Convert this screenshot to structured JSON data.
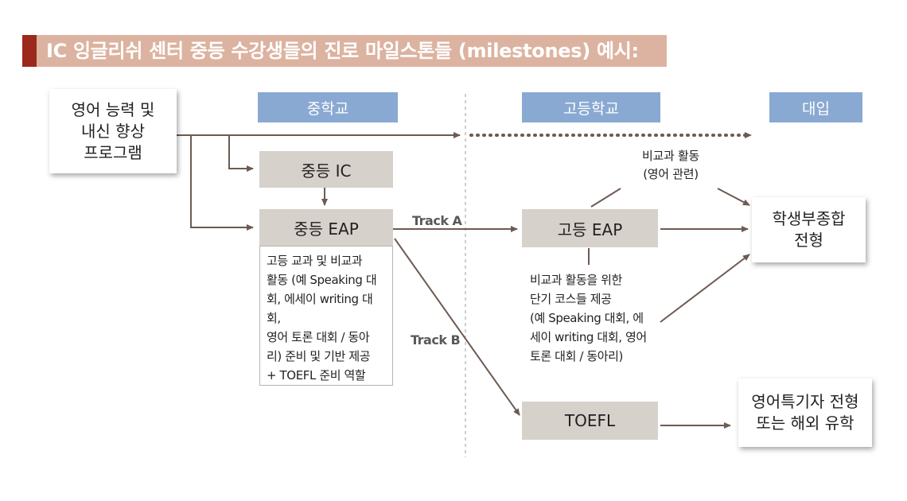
{
  "title": "IC 잉글리쉬 센터 중등 수강생들의 진로 마일스톤들 (milestones) 예시:",
  "stages": {
    "middle": "중학교",
    "high": "고등학교",
    "college": "대입"
  },
  "boxes": {
    "program": "영어 능력  및\n내신 향상\n프로그램",
    "middle_ic": "중등  IC",
    "middle_eap": "중등  EAP",
    "high_eap": "고등  EAP",
    "toefl": "TOEFL",
    "student_record": "학생부종합\n전형",
    "english_special": "영어특기자 전형\n또는 해외 유학"
  },
  "descriptions": {
    "middle_eap": "고등 교과 및 비교과\n활동 (예 Speaking 대\n회, 에세이 writing 대회,\n영어 토론 대회 / 동아\n리) 준비 및 기반 제공\n+ TOEFL 준비 역할",
    "high_eap": "비교과 활동을 위한\n단기 코스들 제공\n(예 Speaking 대회, 에\n세이 writing 대회, 영어\n토론 대회 / 동아리)",
    "extracurricular": "비교과 활동\n(영어 관련)"
  },
  "tracks": {
    "a": "Track A",
    "b": "Track B"
  },
  "colors": {
    "title_bg": "#dcb3a0",
    "title_accent": "#9b2a1c",
    "stage_bg": "#89a9d2",
    "gray_box": "#d6d1cb",
    "arrow": "#6d5a52"
  }
}
